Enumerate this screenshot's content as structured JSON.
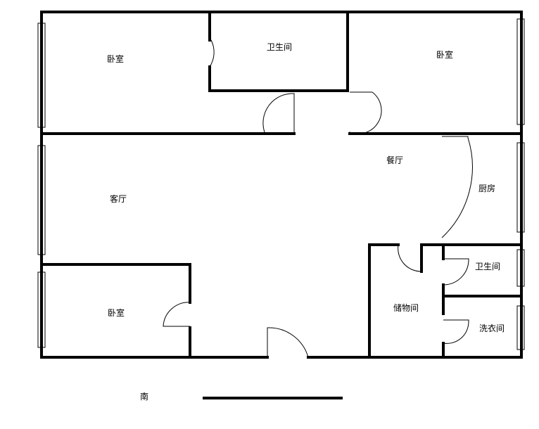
{
  "floorplan": {
    "rooms": {
      "bedroom_nw": "卧室",
      "bathroom_north": "卫生间",
      "bedroom_ne": "卧室",
      "dining": "餐厅",
      "kitchen": "厨房",
      "living": "客厅",
      "bedroom_sw": "卧室",
      "storage": "储物间",
      "bathroom_east": "卫生间",
      "laundry": "洗衣间"
    },
    "orientation": "南"
  }
}
